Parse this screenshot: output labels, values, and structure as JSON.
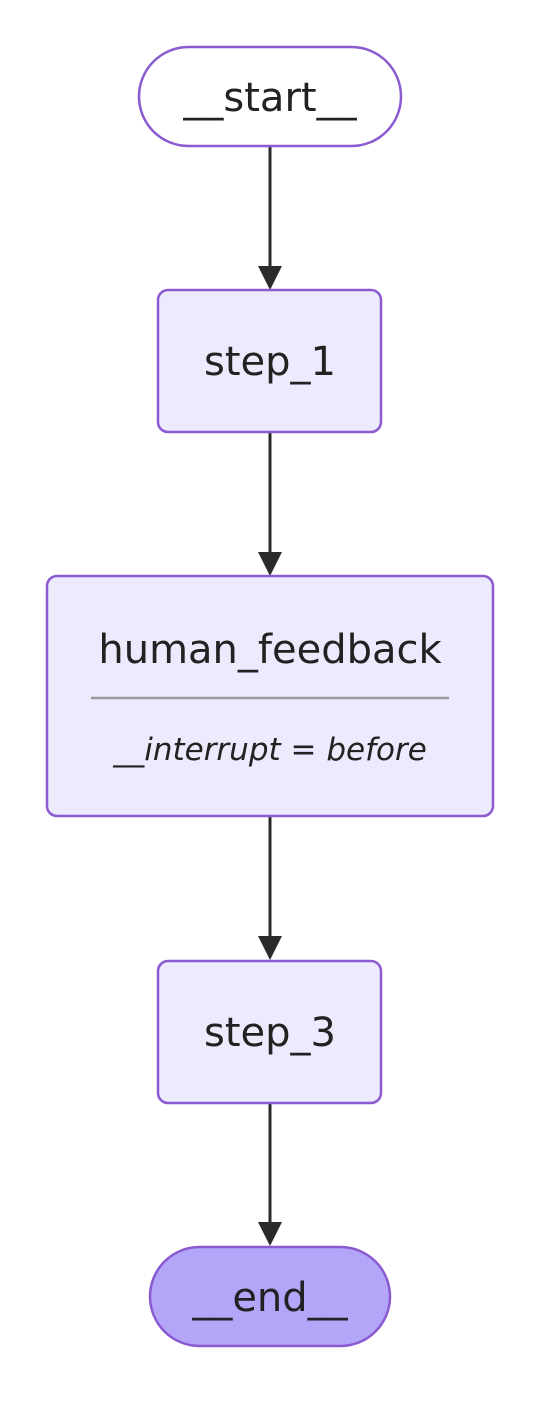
{
  "colors": {
    "node_fill": "#ECEAFD",
    "node_border": "#8A5AD0",
    "start_fill": "#FFFFFF",
    "end_fill": "#B3A6F8",
    "edge": "#2B2B2B",
    "divider": "#999999",
    "text": "#222222"
  },
  "nodes": {
    "start": {
      "label": "__start__"
    },
    "step_1": {
      "label": "step_1"
    },
    "human_feedback": {
      "label": "human_feedback",
      "note": "__interrupt = before"
    },
    "step_3": {
      "label": "step_3"
    },
    "end": {
      "label": "__end__"
    }
  }
}
